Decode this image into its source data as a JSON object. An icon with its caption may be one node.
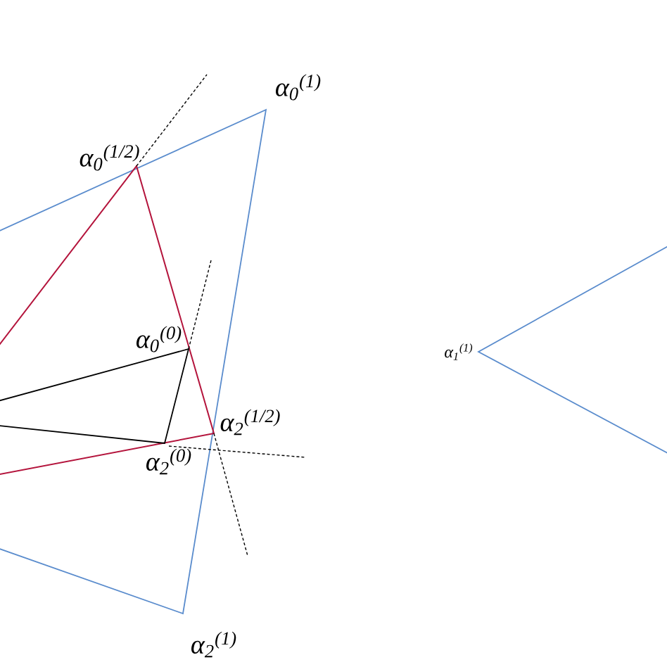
{
  "diagram": {
    "labels": [
      "α$_{0}$$^{(1)}$",
      "α$_{0}$$^{(1/2)}$",
      "α$_{0}$$^{(0)}$",
      "α$_{1}$$^{(1)}$",
      "α$_{2}$$^{(1/2)}$",
      "α$_{2}$$^{(0)}$",
      "α$_{2}$$^{(1)}$"
    ]
  }
}
